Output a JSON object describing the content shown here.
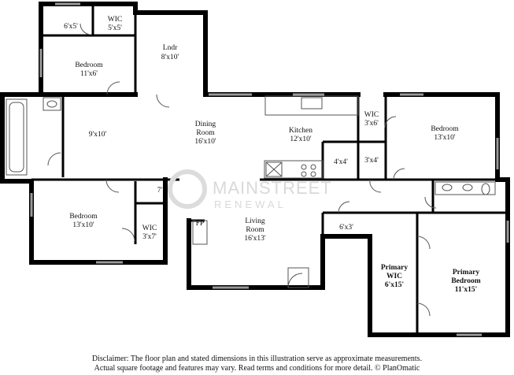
{
  "rooms": {
    "bedroom_nw": {
      "name": "Bedroom",
      "dims": "11'x6'"
    },
    "closet_6x5": {
      "name": "",
      "dims": "6'x5'"
    },
    "wic_5x5": {
      "name": "WIC",
      "dims": "5'x5'"
    },
    "laundry": {
      "name": "Lndr",
      "dims": "8'x10'"
    },
    "room_9x10": {
      "name": "",
      "dims": "9'x10'"
    },
    "dining": {
      "name": "Dining",
      "name2": "Room",
      "dims": "16'x10'"
    },
    "kitchen": {
      "name": "Kitchen",
      "dims": "12'x10'"
    },
    "pantry_4x4": {
      "name": "",
      "dims": "4'x4'"
    },
    "wic_3x6": {
      "name": "WIC",
      "dims": "3'x6'"
    },
    "closet_3x4": {
      "name": "",
      "dims": "3'x4'"
    },
    "bedroom_ne": {
      "name": "Bedroom",
      "dims": "13'x10'"
    },
    "bedroom_sw": {
      "name": "Bedroom",
      "dims": "13'x10'"
    },
    "closet_7": {
      "name": "",
      "dims": "7'"
    },
    "wic_3x7": {
      "name": "WIC",
      "dims": "3'x7'"
    },
    "fireplace": {
      "name": "FP",
      "dims": ""
    },
    "living": {
      "name": "Living",
      "name2": "Room",
      "dims": "16'x13'"
    },
    "closet_6x3": {
      "name": "",
      "dims": "6'x3'"
    },
    "primary_wic": {
      "name": "Primary",
      "name2": "WIC",
      "dims": "6'x15'"
    },
    "primary_bedroom": {
      "name": "Primary",
      "name2": "Bedroom",
      "dims": "11'x15'"
    }
  },
  "watermark": {
    "line1": "MAINSTREET",
    "line2": "RENEWAL"
  },
  "disclaimer": {
    "line1": "Disclaimer: The floor plan and stated dimensions in this illustration serve as approximate measurements.",
    "line2": "Actual square footage and features may vary. Read terms and conditions for more detail. © PlanOmatic"
  },
  "colors": {
    "wall": "#000000",
    "thin_line": "#555555",
    "window": "#9a9a9a"
  }
}
